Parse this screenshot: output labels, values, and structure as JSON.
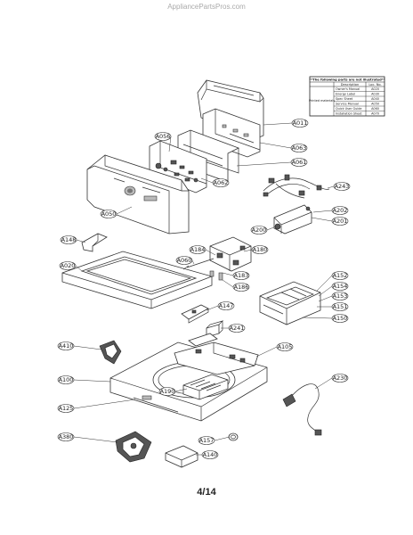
{
  "watermark": "AppliancePartsPros.com",
  "page_number": "4/14",
  "table": {
    "title": "**The following parts are not illustrated**",
    "col_description": "Description",
    "col_loc": "Loc. No.",
    "group_label": "Printed materials",
    "rows": [
      {
        "description": "Owner's Manual",
        "loc": "A020"
      },
      {
        "description": "Energy Label",
        "loc": "A030"
      },
      {
        "description": "Spec Sheet",
        "loc": "A040"
      },
      {
        "description": "Service Manual",
        "loc": "A050"
      },
      {
        "description": "Quick User Guide",
        "loc": "A060"
      },
      {
        "description": "Installation Sheet",
        "loc": "A070"
      }
    ]
  },
  "labels": {
    "A011": "A011",
    "A063": "A063",
    "A061": "A061",
    "A056": "A056",
    "A062": "A062",
    "A243": "A243",
    "A050": "A050",
    "A202": "A202",
    "A200": "A200",
    "A201": "A201",
    "A148": "A148",
    "A184": "A184",
    "A180": "A180",
    "A060": "A060",
    "A020": "A020",
    "A183": "A183",
    "A186": "A186",
    "A152": "A152",
    "A154": "A154",
    "A153": "A153",
    "A151": "A151",
    "A150": "A150",
    "A147": "A147",
    "A241": "A241",
    "A410": "A410",
    "A105": "A105",
    "A100": "A100",
    "A190": "A190",
    "A230": "A230",
    "A125": "A125",
    "A380": "A380",
    "A157": "A157",
    "A140": "A140"
  }
}
